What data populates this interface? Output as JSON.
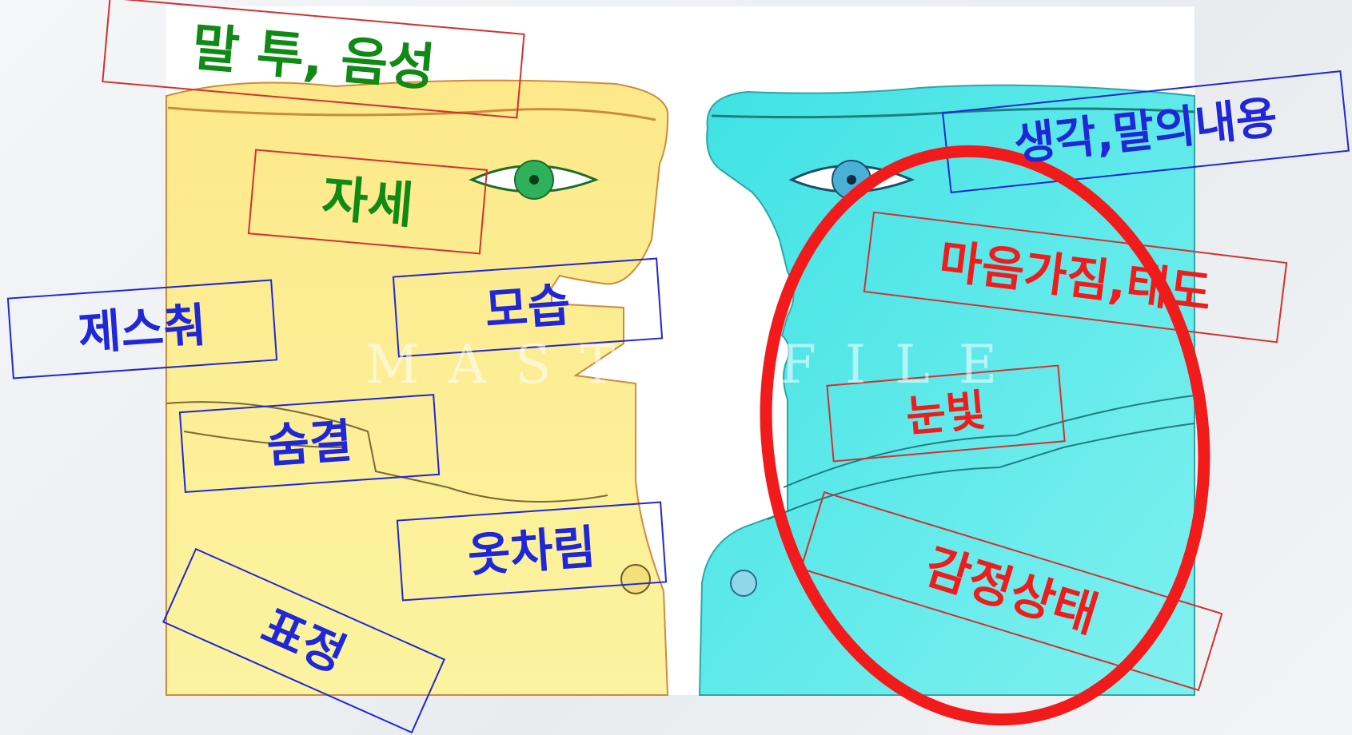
{
  "watermark": "MASTERFILE",
  "colors": {
    "left_face": "#fbef8c",
    "right_face": "#46e3e6",
    "highlight_circle": "#f21b1b",
    "green_text": "#0f8a14",
    "blue_text": "#1f27d6",
    "red_text": "#f01c1c"
  },
  "labels": {
    "tone": "말 투, 음성",
    "posture": "자세",
    "gesture": "제스춰",
    "appearance": "모습",
    "breathing": "숨결",
    "clothing": "옷차림",
    "expression": "표정",
    "thoughts": "생각,말의내용",
    "attitude": "마음가짐,태도",
    "eye_look": "눈빛",
    "emotion": "감정상태"
  }
}
